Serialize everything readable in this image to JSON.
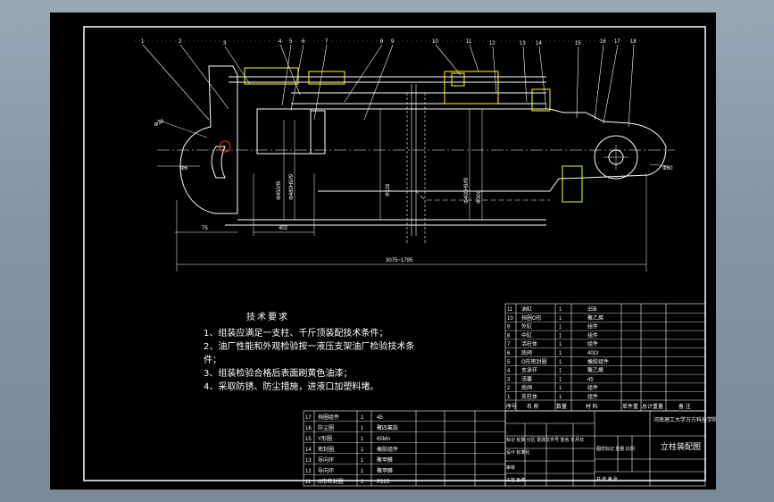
{
  "tech": {
    "title": "技术要求",
    "lines": [
      "1、组装应满足一支柱、千斤顶装配技术条件；",
      "2、油厂性能和外观检验按一液压支架油厂检验技术条",
      "件；",
      "3、组装检验合格后表面刷黄色油漆；",
      "4、采取防锈、防尘措施，进液口加塑料堵。"
    ]
  },
  "balloons": [
    "1",
    "2",
    "3",
    "4",
    "5",
    "6",
    "7",
    "8",
    "9",
    "10",
    "11",
    "12",
    "13",
    "14",
    "15",
    "16",
    "17",
    "18"
  ],
  "dims": {
    "d1": "Φ36",
    "d2": "Φ6",
    "d3": "Φ450/f9",
    "d4": "Φ480H9/f9",
    "d5": "Φ116",
    "d6": "Φ400H9/f9",
    "d7": "Φ300",
    "d8": "Φ60",
    "len1": "75",
    "len2": "402",
    "total": "3075~1795"
  },
  "bom_upper": [
    [
      "11",
      "油缸",
      "1",
      "35B"
    ],
    [
      "10",
      "挡圈O形",
      "1",
      "聚乙烯"
    ],
    [
      "9",
      "外缸",
      "1",
      "组件"
    ],
    [
      "8",
      "中缸",
      "1",
      "组件"
    ],
    [
      "7",
      "活柱体",
      "1",
      "组件"
    ],
    [
      "6",
      "底阀",
      "1",
      "40Cr"
    ],
    [
      "5",
      "O形密封圈",
      "1",
      "橡胶组件"
    ],
    [
      "4",
      "支承环",
      "1",
      "聚乙烯"
    ],
    [
      "3",
      "活塞",
      "1",
      "45"
    ],
    [
      "2",
      "底阀",
      "1",
      "组件"
    ],
    [
      "1",
      "支柱体",
      "1",
      "组件"
    ]
  ],
  "bom_header": [
    "序号",
    "名 称",
    "数量",
    "材 料",
    "单件重",
    "总计重量",
    "备 注"
  ],
  "bom_lower": [
    [
      "17",
      "挡圈组件",
      "1",
      "45"
    ],
    [
      "16",
      "防尘圈",
      "1",
      "聚四氟胶"
    ],
    [
      "15",
      "Y形圈",
      "1",
      "65Mn"
    ],
    [
      "14",
      "密封圈",
      "1",
      "橡胶组件"
    ],
    [
      "13",
      "导向环",
      "1",
      "聚甲醛"
    ],
    [
      "12",
      "导向环",
      "1",
      "聚甲醛"
    ],
    [
      "11",
      "O形密封圈",
      "1",
      "P225"
    ]
  ],
  "title_block": {
    "school": "河南理工大学万方科技学院",
    "drawing_name": "立柱装配图",
    "row1": "标记 处数 分区 更改文件号 签名 年月日",
    "row2": "设计 标准化",
    "row3": "图样标记 重量 比例",
    "row4": "共 张 第 张",
    "row5": "审核",
    "row6": "工艺 批准"
  }
}
